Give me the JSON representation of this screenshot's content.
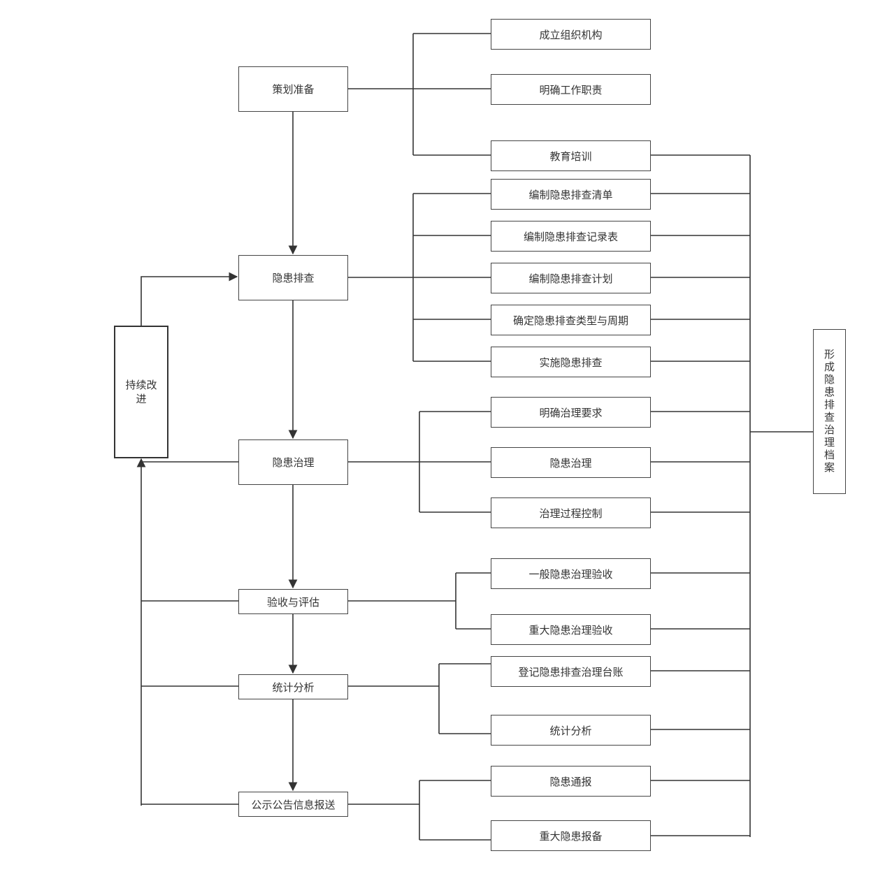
{
  "stages": {
    "planning": "策划准备",
    "investigation": "隐患排查",
    "governance": "隐患治理",
    "acceptance": "验收与评估",
    "statistics": "统计分析",
    "publicity": "公示公告信息报送"
  },
  "improvement": "持续改进",
  "archive": "形成隐患排查治理档案",
  "tasks": {
    "setup_org": "成立组织机构",
    "clarify_duties": "明确工作职责",
    "training": "教育培训",
    "compile_checklist": "编制隐患排查清单",
    "compile_record_form": "编制隐患排查记录表",
    "compile_plan": "编制隐患排查计划",
    "determine_types_cycle": "确定隐患排查类型与周期",
    "implement_investigation": "实施隐患排查",
    "clarify_requirements": "明确治理要求",
    "hazard_governance": "隐患治理",
    "process_control": "治理过程控制",
    "general_acceptance": "一般隐患治理验收",
    "major_acceptance": "重大隐患治理验收",
    "register_ledger": "登记隐患排查治理台账",
    "statistical_analysis": "统计分析",
    "hazard_notification": "隐患通报",
    "major_filing": "重大隐患报备"
  }
}
